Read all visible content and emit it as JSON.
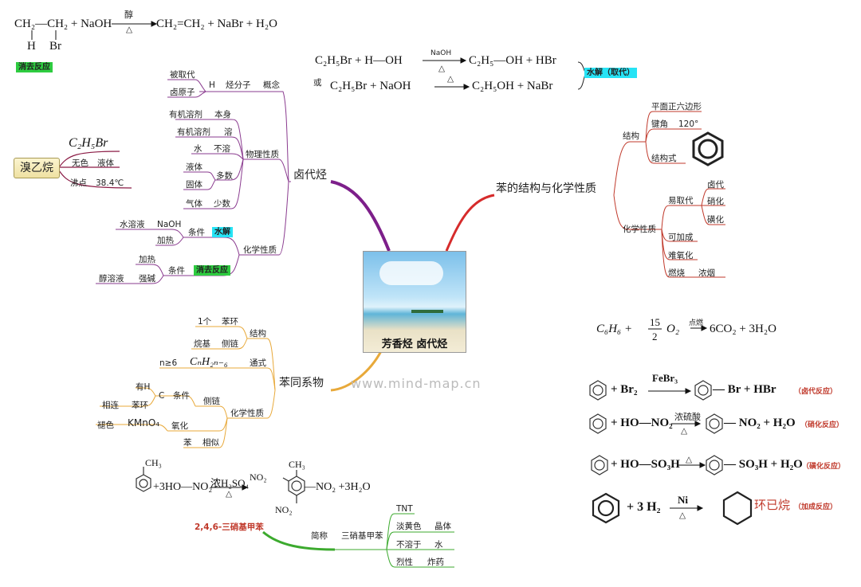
{
  "center": {
    "label": "芳香烃 卤代烃"
  },
  "watermark": "www.mind-map.cn",
  "topleft": {
    "row1": "CH₂—CH₂ + NaOH",
    "over": "醇",
    "under": "△",
    "product": "CH₂=CH₂ + NaBr + H₂O",
    "h": "H",
    "br": "Br",
    "tag": "消去反应"
  },
  "hydrolysis": {
    "eq1_left": "C₂H₅Br + H—OH",
    "eq1_over": "NaOH",
    "eq1_under": "△",
    "eq1_right": "C₂H₅—OH + HBr",
    "or": "或",
    "eq2_left": "C₂H₅Br + NaOH",
    "eq2_under": "△",
    "eq2_right": "C₂H₅OH + NaBr",
    "tag": "水解（取代）"
  },
  "haloalkane": {
    "main": "卤代烃",
    "concept": "概念",
    "hydrocarbon": "烃分子",
    "h": "H",
    "replaced": "被取代",
    "halogen": "卤原子",
    "physical": "物理性质",
    "org_solvent1": "有机溶剂",
    "itself": "本身",
    "org_solvent2": "有机溶剂",
    "soluble": "溶",
    "water": "水",
    "insoluble": "不溶",
    "liquid": "液体",
    "solid": "固体",
    "gas": "气体",
    "most1": "多数",
    "few": "少数",
    "chemical": "化学性质",
    "condition1": "条件",
    "hydro_tag": "水解",
    "naoh": "NaOH",
    "aq_solution": "水溶液",
    "heat1": "加热",
    "condition2": "条件",
    "elim_tag": "消去反应",
    "heat2": "加热",
    "strong_base": "强碱",
    "alc_solution": "醇溶液"
  },
  "bromoethane": {
    "label": "溴乙烷",
    "formula": "C₂H₅Br",
    "colorless": "无色",
    "liquid": "液体",
    "bp": "沸点",
    "bp_val": "38.4℃"
  },
  "benzene": {
    "main": "苯的结构与化学性质",
    "structure": "结构",
    "hexagon": "平面正六边形",
    "bond_angle": "键角",
    "angle_val": "120°",
    "struct_formula": "结构式",
    "chem": "化学性质",
    "easy_sub": "易取代",
    "halogen": "卤代",
    "nitration": "硝化",
    "sulfonation": "磺化",
    "addition": "可加成",
    "hard_ox": "难氧化",
    "burn": "燃烧",
    "smoke": "浓烟"
  },
  "reactions": {
    "comb_left": "C₆H₆ +",
    "comb_num": "15",
    "comb_den": "2",
    "comb_o2": "O₂",
    "comb_over": "点燃",
    "comb_right": "6CO₂ + 3H₂O",
    "r1_reag": "+ Br₂",
    "r1_cat": "FeBr₃",
    "r1_prod": "— Br + HBr",
    "r1_note": "（卤代反应）",
    "r2_reag": "+ HO—NO₂",
    "r2_cat": "浓硫酸",
    "r2_under": "△",
    "r2_prod": "— NO₂ + H₂O",
    "r2_note": "（硝化反应）",
    "r3_reag": "+ HO—SO₃H",
    "r3_over": "△",
    "r3_prod": "— SO₃H + H₂O",
    "r3_note": "（磺化反应）",
    "r4_reag": "+ 3 H₂",
    "r4_cat": "Ni",
    "r4_under": "△",
    "r4_prod": "环已烷",
    "r4_note": "（加成反应）"
  },
  "homologs": {
    "main": "苯同系物",
    "structure": "结构",
    "one": "1个",
    "ring": "苯环",
    "alkyl": "烷基",
    "side_chain": "侧链",
    "general": "通式",
    "formula": "CₙH₂ₙ₋₆",
    "n_ge": "n≥6",
    "chem": "化学性质",
    "side": "侧链",
    "condition": "条件",
    "c": "C",
    "has_h": "有H",
    "attached": "相连",
    "ring2": "苯环",
    "oxidation": "氧化",
    "kmno4": "KMnO₄",
    "fade": "褪色",
    "benzene": "苯",
    "similar": "相似",
    "ch3": "CH₃",
    "tnt_reag": "+3HO—NO₂",
    "tnt_cat": "浓H₂SO₄",
    "tnt_under": "△",
    "no2_left": "NO₂",
    "tnt_ch3": "CH₃",
    "tnt_prod": "—NO₂ +3H₂O",
    "no2_bottom": "NO₂",
    "tnt_name": "2,4,6-三硝基甲苯",
    "short": "简称",
    "trinitro": "三硝基甲苯",
    "tnt": "TNT",
    "yellow": "淡黄色",
    "crystal": "晶体",
    "insol": "不溶于",
    "water": "水",
    "fierce": "烈性",
    "explosive": "炸药"
  }
}
